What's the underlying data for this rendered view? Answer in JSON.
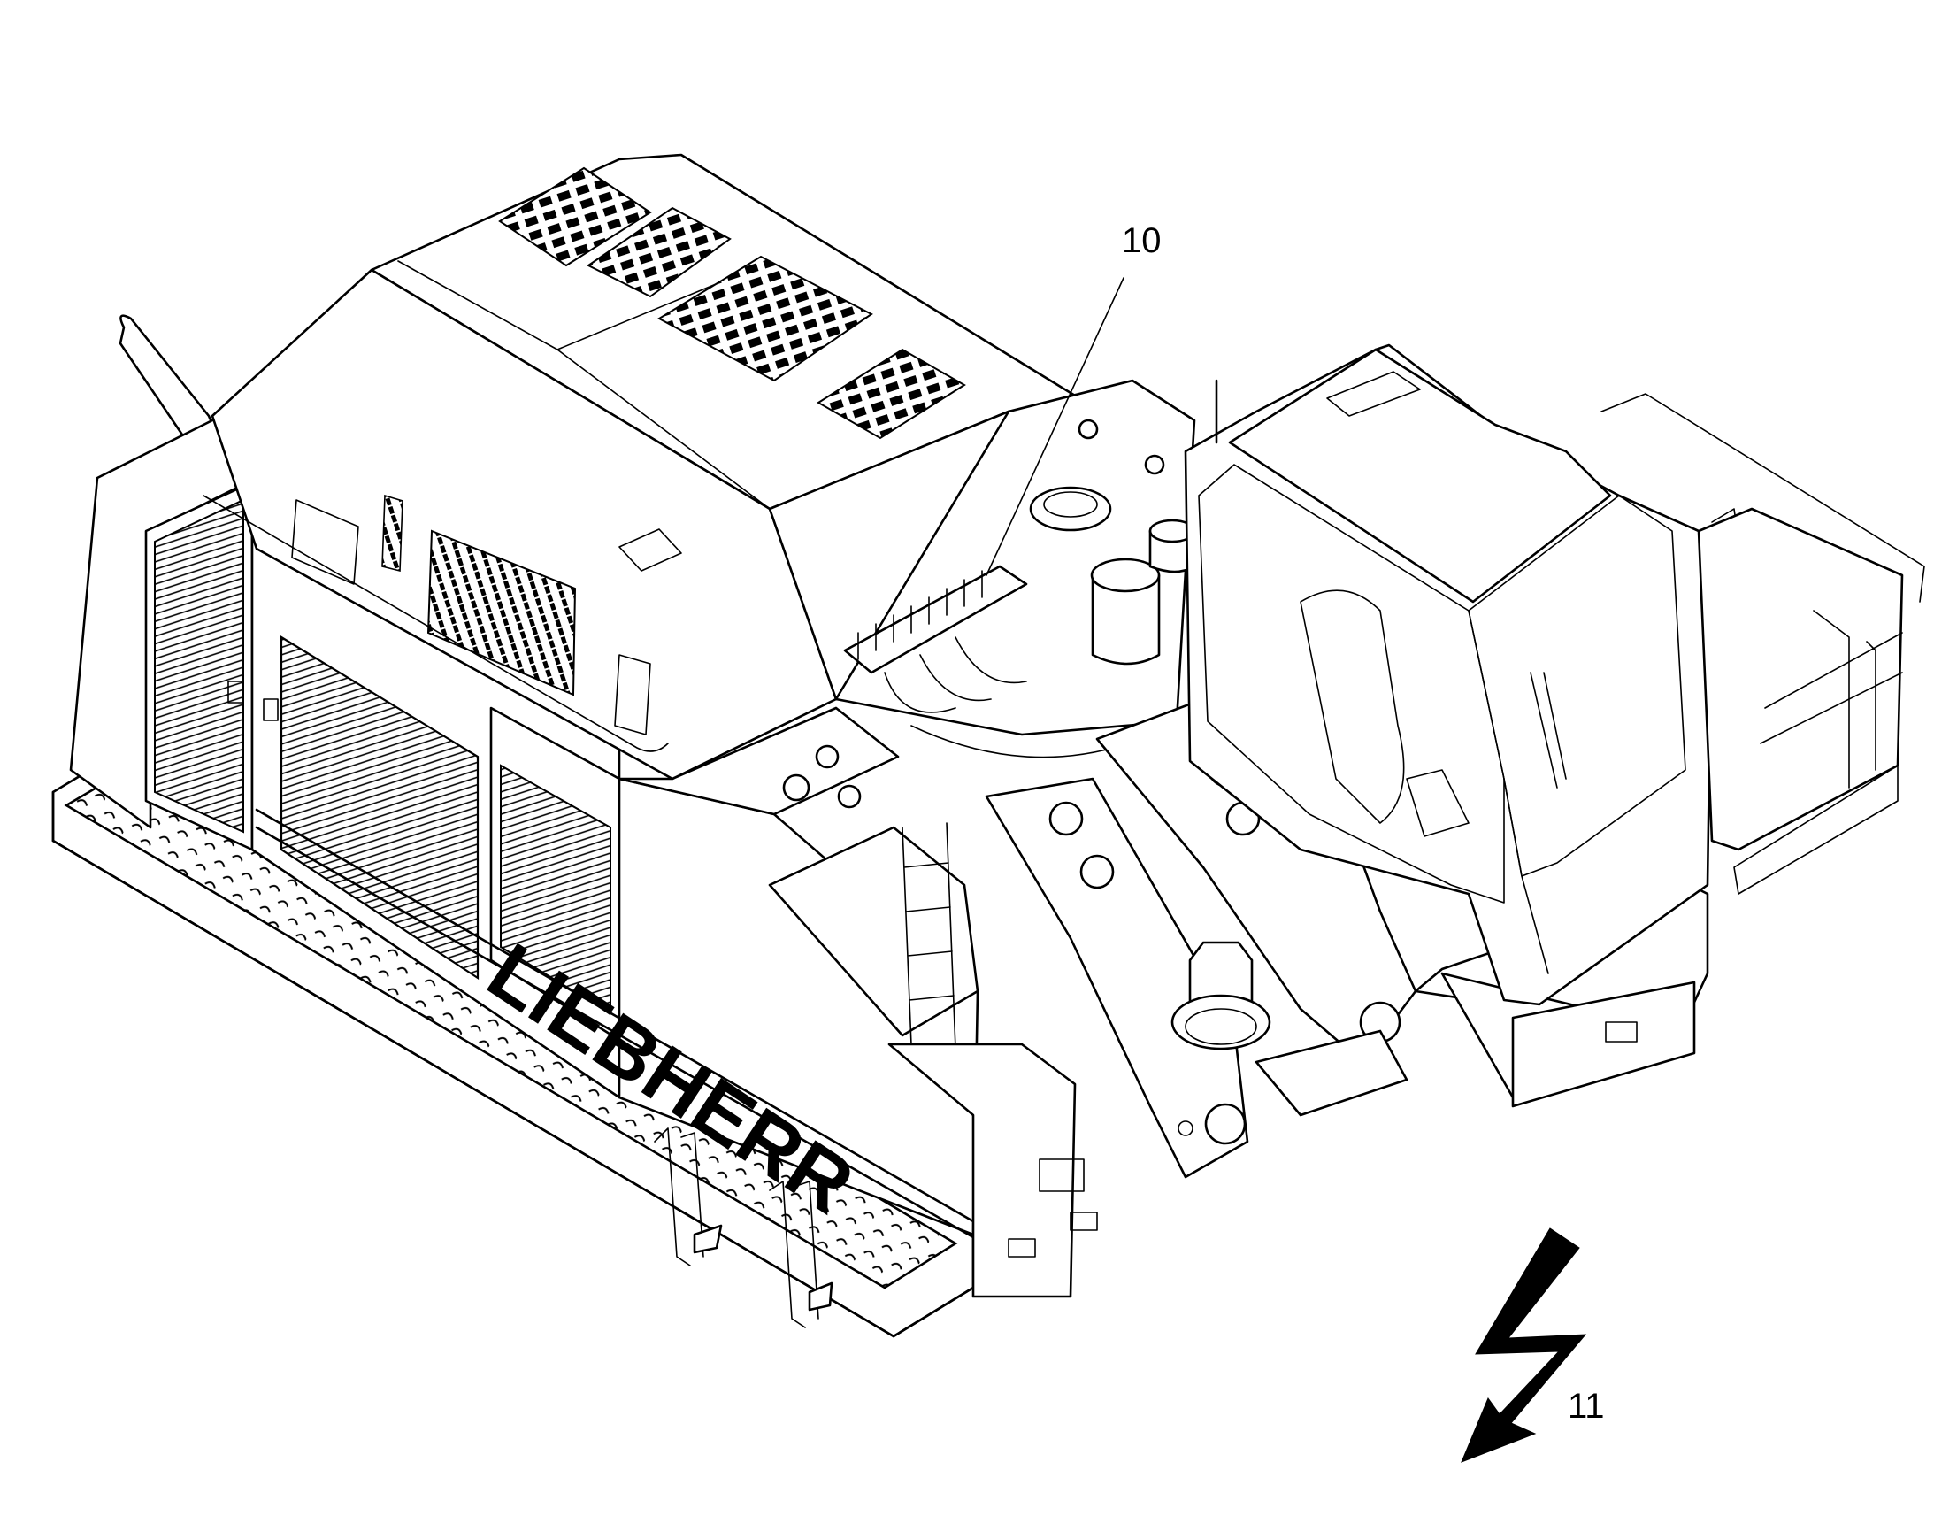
{
  "callouts": [
    {
      "label": "10"
    },
    {
      "label": "11"
    }
  ],
  "brand": "LIEBHERR"
}
